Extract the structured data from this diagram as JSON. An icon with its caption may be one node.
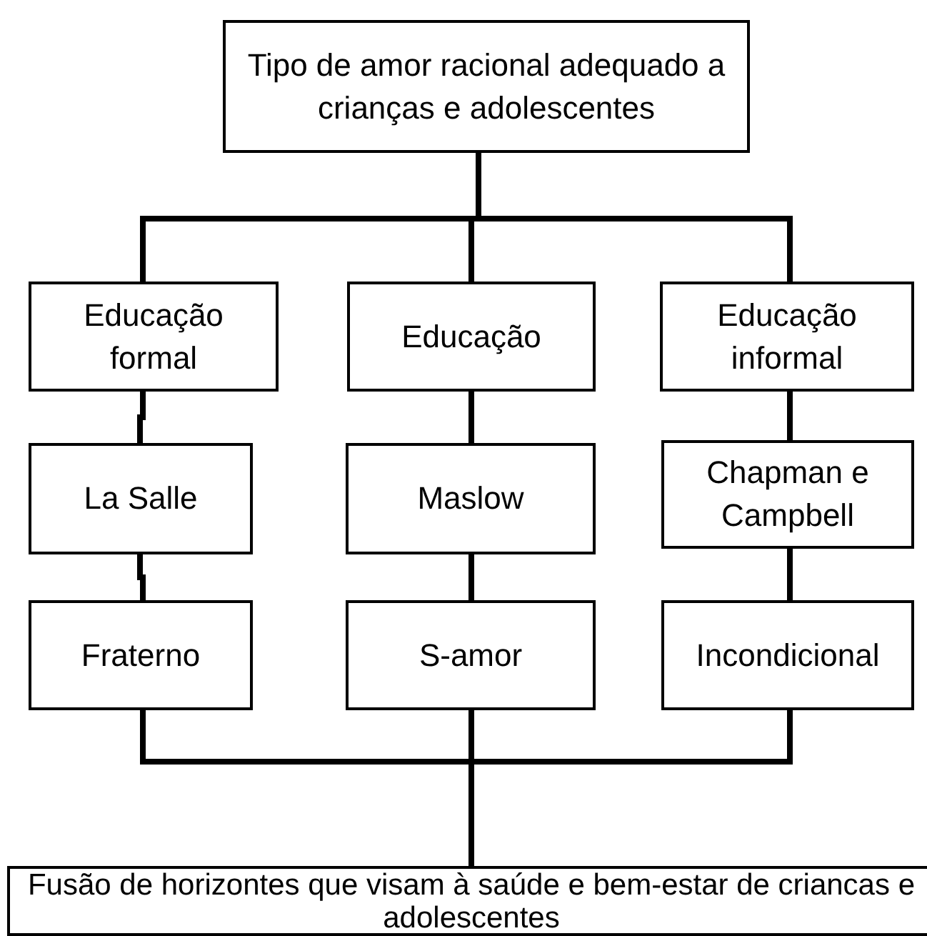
{
  "diagram": {
    "nodes": [
      {
        "text": [
          "Tipo de amor racional adequado a crianças e adolescentes"
        ]
      },
      {
        "text": [
          "Educação formal"
        ]
      },
      {
        "text": [
          "Educação"
        ]
      },
      {
        "text": [
          "Educação informal"
        ]
      },
      {
        "text": [
          "La Salle"
        ]
      },
      {
        "text": [
          "Maslow"
        ]
      },
      {
        "text": [
          "Chapman e Campbell"
        ]
      },
      {
        "text": [
          "Fraterno"
        ]
      },
      {
        "text": [
          "S-amor"
        ]
      },
      {
        "text": [
          "Incondicional"
        ]
      },
      {
        "text": [
          "Fusão de horizontes que visam à saúde e bem-estar de criancas e adolescentes"
        ]
      }
    ],
    "edges": [
      {
        "from": 0,
        "to": 1,
        "arrow": "none"
      },
      {
        "from": 0,
        "to": 2,
        "arrow": "none"
      },
      {
        "from": 0,
        "to": 3,
        "arrow": "none"
      },
      {
        "from": 1,
        "to": 4,
        "arrow": "none"
      },
      {
        "from": 2,
        "to": 5,
        "arrow": "none"
      },
      {
        "from": 3,
        "to": 6,
        "arrow": "none"
      },
      {
        "from": 4,
        "to": 7,
        "arrow": "none"
      },
      {
        "from": 5,
        "to": 8,
        "arrow": "none"
      },
      {
        "from": 6,
        "to": 9,
        "arrow": "none"
      },
      {
        "from": 7,
        "to": 10,
        "arrow": "none"
      },
      {
        "from": 8,
        "to": 10,
        "arrow": "none"
      },
      {
        "from": 9,
        "to": 10,
        "arrow": "none"
      }
    ]
  }
}
